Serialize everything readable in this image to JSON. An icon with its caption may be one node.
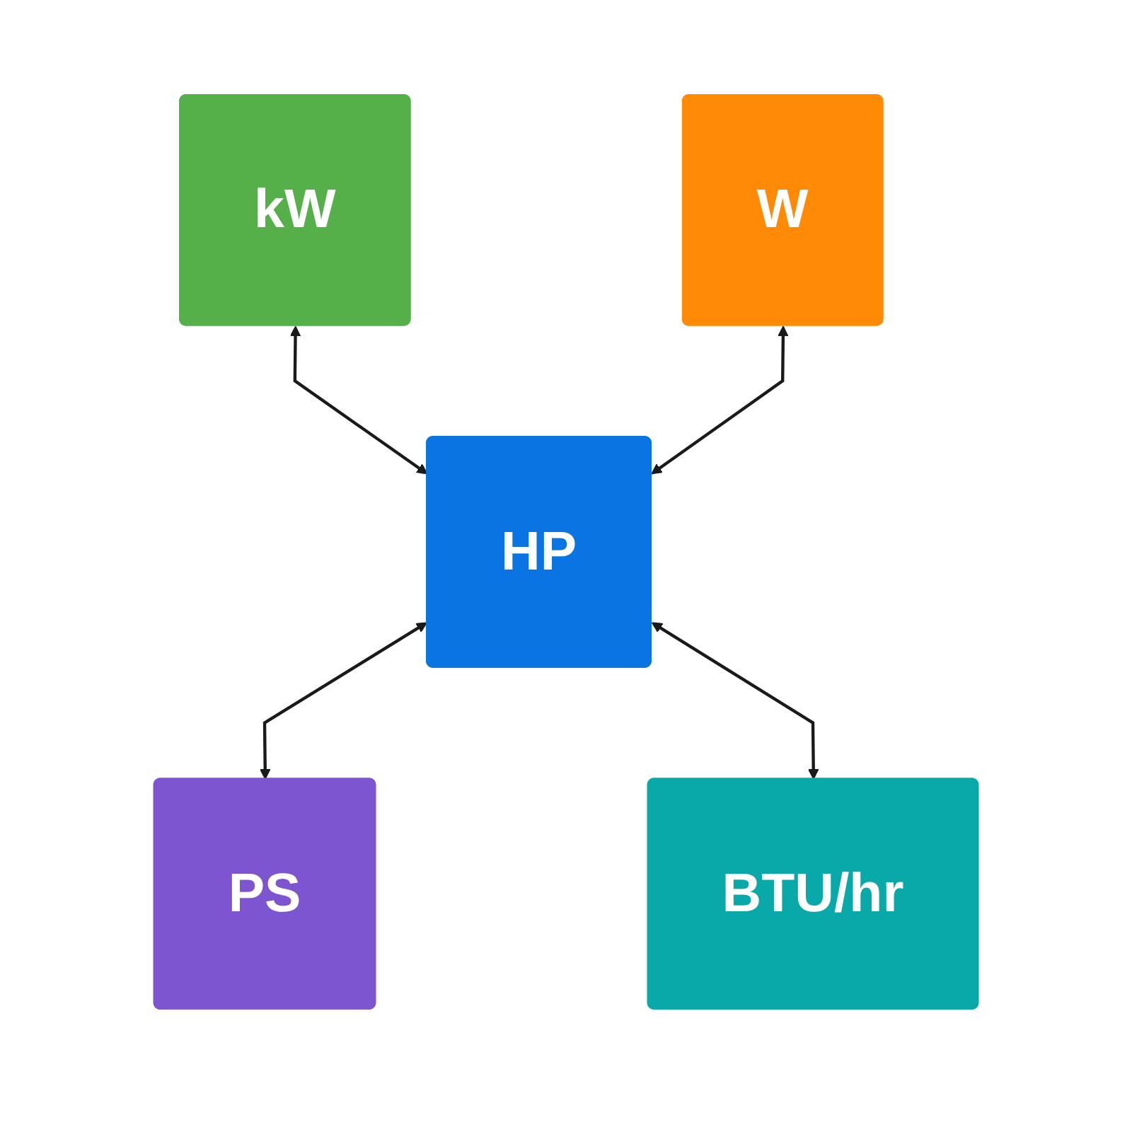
{
  "diagram": {
    "nodes": [
      {
        "text": [
          "kW"
        ]
      },
      {
        "text": [
          "W"
        ]
      },
      {
        "text": [
          "HP"
        ]
      },
      {
        "text": [
          "PS"
        ]
      },
      {
        "text": [
          "BTU/hr"
        ]
      }
    ],
    "edges": [
      {
        "from": 0,
        "to": 2,
        "arrow": "both"
      },
      {
        "from": 1,
        "to": 2,
        "arrow": "both"
      },
      {
        "from": 2,
        "to": 3,
        "arrow": "both"
      },
      {
        "from": 2,
        "to": 4,
        "arrow": "both"
      }
    ]
  }
}
